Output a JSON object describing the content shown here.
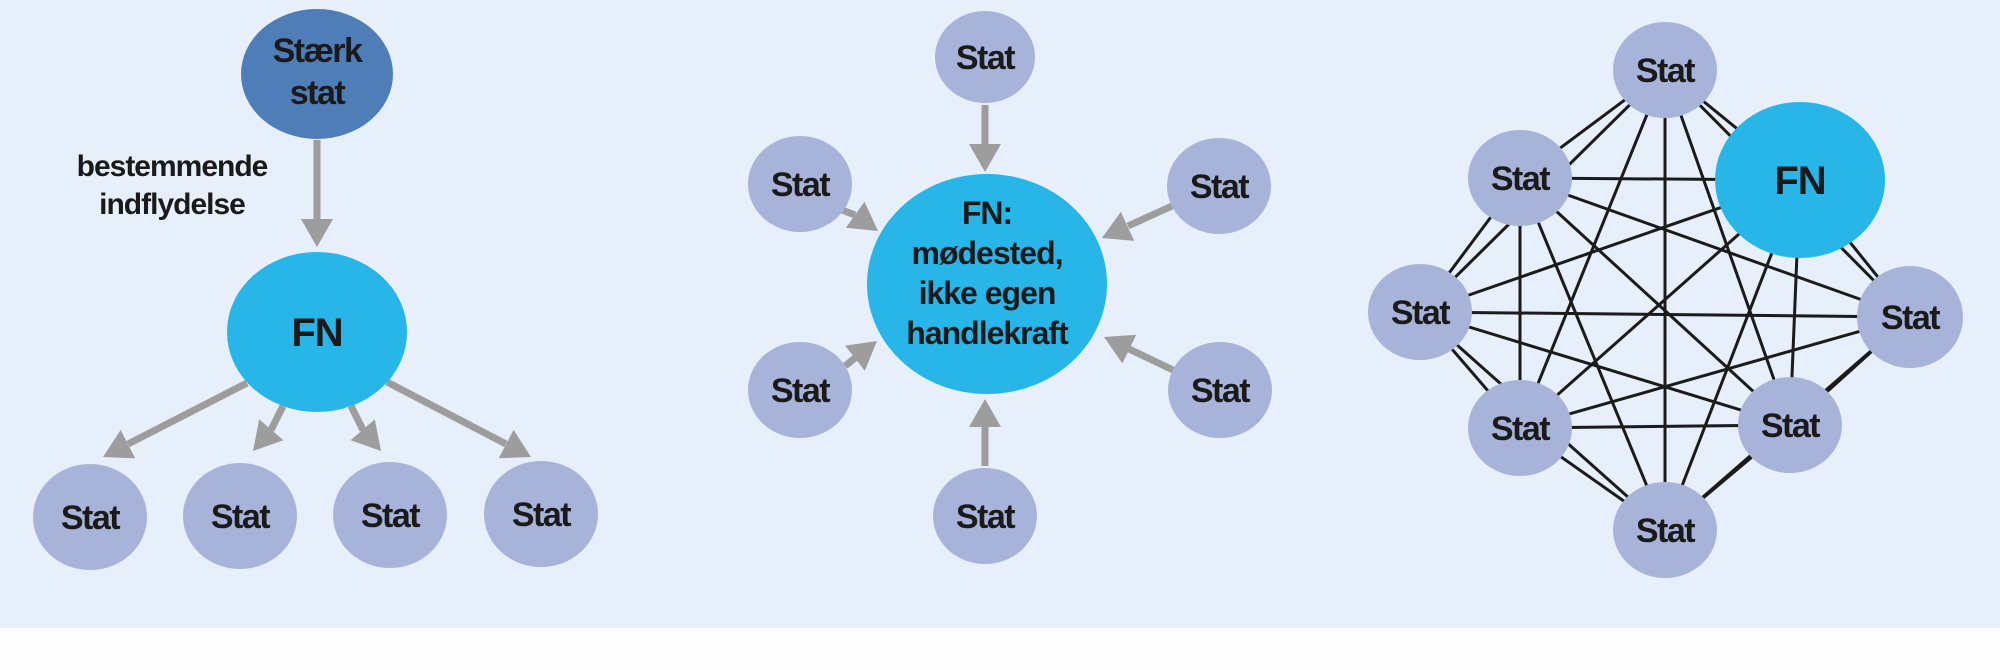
{
  "palette": {
    "background": "#e6effa",
    "footer_band": "#fdfdfd",
    "state_node_fill": "#a8b3d9",
    "strong_state_fill": "#4e7db7",
    "fn_fill": "#28b5e8",
    "arrow_gray": "#9d9d9d",
    "edge_black": "#1b1b1b",
    "text_dark": "#1a1a1a"
  },
  "diagrams": {
    "left": {
      "model": "hierarchy",
      "strong_state": {
        "label_lines": [
          "Stærk",
          "stat"
        ]
      },
      "arrow_caption_lines": [
        "bestemmende",
        "indflydelse"
      ],
      "hub": {
        "label": "FN"
      },
      "children": [
        {
          "label": "Stat"
        },
        {
          "label": "Stat"
        },
        {
          "label": "Stat"
        },
        {
          "label": "Stat"
        }
      ]
    },
    "middle": {
      "model": "hub-and-spoke",
      "hub": {
        "label_lines": [
          "FN:",
          "mødested,",
          "ikke egen",
          "handlekraft"
        ]
      },
      "satellites": [
        {
          "position": "top",
          "label": "Stat"
        },
        {
          "position": "upper-left",
          "label": "Stat"
        },
        {
          "position": "upper-right",
          "label": "Stat"
        },
        {
          "position": "lower-left",
          "label": "Stat"
        },
        {
          "position": "lower-right",
          "label": "Stat"
        },
        {
          "position": "bottom",
          "label": "Stat"
        }
      ]
    },
    "right": {
      "model": "network",
      "fn": {
        "label": "FN"
      },
      "states": [
        {
          "position": "top",
          "label": "Stat"
        },
        {
          "position": "upper-left",
          "label": "Stat"
        },
        {
          "position": "left",
          "label": "Stat"
        },
        {
          "position": "lower-left",
          "label": "Stat"
        },
        {
          "position": "bottom",
          "label": "Stat"
        },
        {
          "position": "lower-right",
          "label": "Stat"
        },
        {
          "position": "right",
          "label": "Stat"
        }
      ]
    }
  }
}
